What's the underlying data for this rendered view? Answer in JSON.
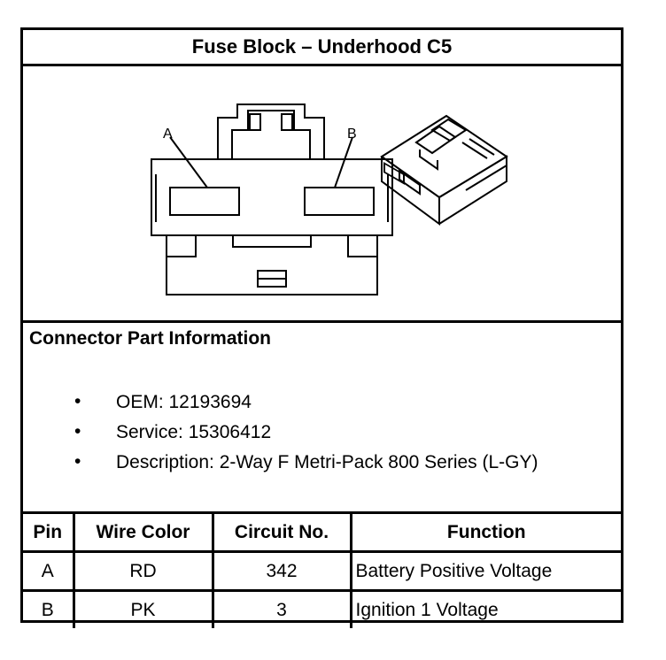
{
  "title": "Fuse Block – Underhood C5",
  "figure": {
    "label_a": "A",
    "label_b": "B"
  },
  "info": {
    "heading": "Connector Part Information",
    "bullet_glyph": "•",
    "items": [
      "OEM: 12193694",
      "Service: 15306412",
      "Description: 2-Way F Metri-Pack 800 Series (L-GY)"
    ]
  },
  "table": {
    "headers": [
      "Pin",
      "Wire Color",
      "Circuit No.",
      "Function"
    ],
    "rows": [
      [
        "A",
        "RD",
        "342",
        "Battery Positive Voltage"
      ],
      [
        "B",
        "PK",
        "3",
        "Ignition 1 Voltage"
      ]
    ]
  }
}
